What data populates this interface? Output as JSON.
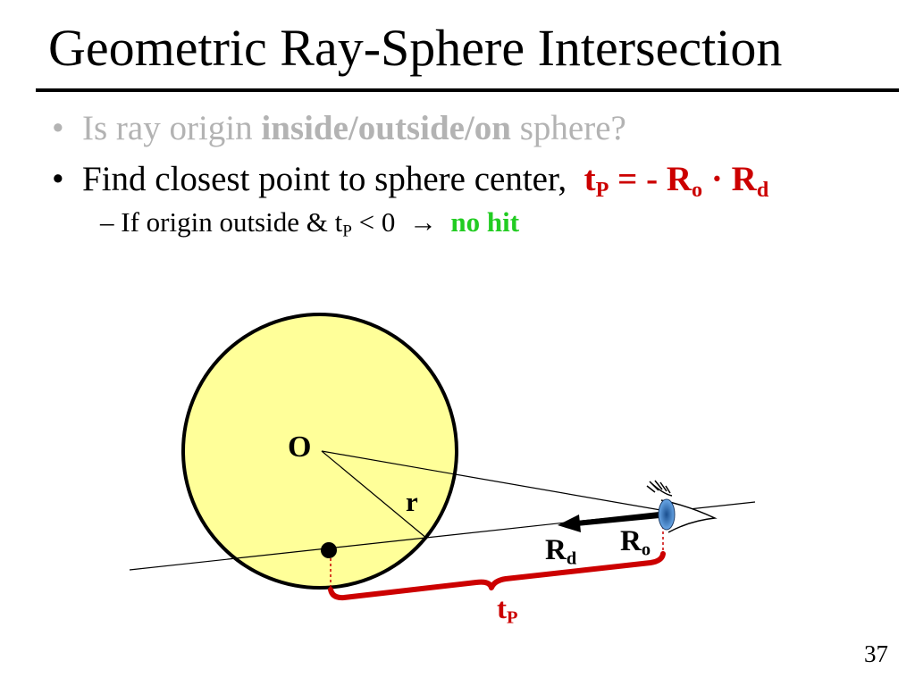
{
  "slide": {
    "title": "Geometric Ray-Sphere Intersection",
    "page_number": "37"
  },
  "bullets": {
    "b1": {
      "prefix": "Is ray origin ",
      "bold": "inside/outside/on",
      "suffix": " sphere?"
    },
    "b2": {
      "text": "Find closest point to sphere center,",
      "eq_t": "t",
      "eq_t_sub": "P",
      "eq_mid": " = - R",
      "eq_ro_sub": "o",
      "eq_dot": " · R",
      "eq_rd_sub": "d"
    },
    "sub": {
      "text": "If origin outside & t",
      "t_sub": "P",
      "cond": " < 0",
      "arrow": "→",
      "result": "no hit"
    }
  },
  "diagram": {
    "label_center": "O",
    "label_radius": "r",
    "label_rd": "R",
    "label_rd_sub": "d",
    "label_ro": "R",
    "label_ro_sub": "o",
    "label_tp": "t",
    "label_tp_sub": "P"
  },
  "colors": {
    "sphere_fill": "#ffff99",
    "accent_red": "#cc0000",
    "accent_green": "#22cc22",
    "dimmed_text": "#b3b3b3",
    "eye_blue": "#4d8fd6"
  }
}
